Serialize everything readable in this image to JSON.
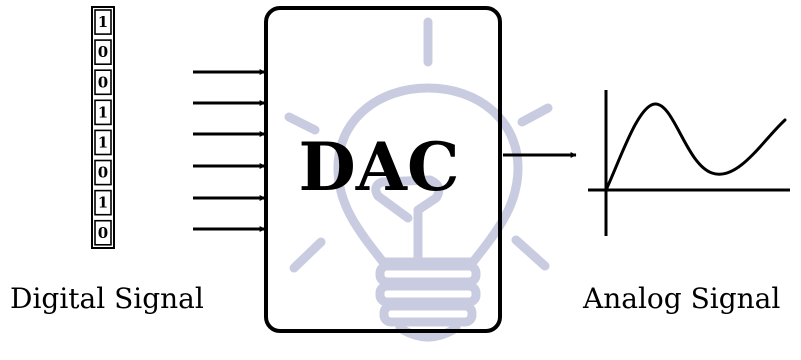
{
  "bits": [
    "1",
    "0",
    "0",
    "1",
    "1",
    "0",
    "1",
    "0"
  ],
  "dac_label": "DAC",
  "input_label": "Digital Signal",
  "output_label": "Analog Signal",
  "colors": {
    "ink": "#000000",
    "bulb": "#c9cce0",
    "background": "#ffffff"
  },
  "icons": {
    "watermark": "lightbulb-icon",
    "arrow": "arrow-right-icon"
  }
}
